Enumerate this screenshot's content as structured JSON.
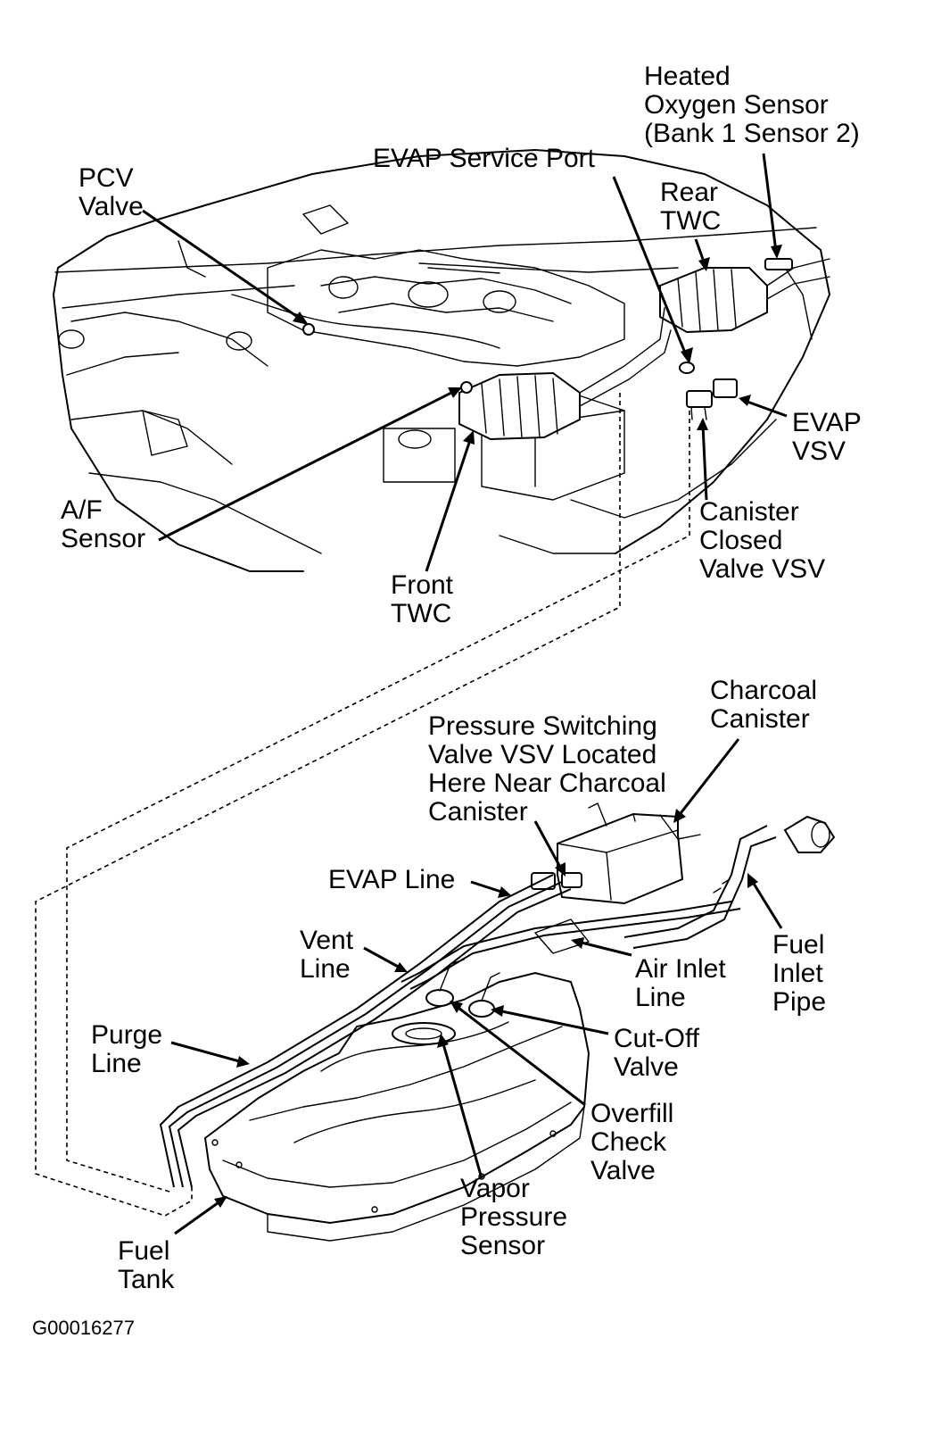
{
  "labels": {
    "heated_o2": [
      "Heated",
      "Oxygen Sensor",
      "(Bank 1 Sensor 2)"
    ],
    "pcv_valve": [
      "PCV",
      "Valve"
    ],
    "evap_service_port": [
      "EVAP Service Port"
    ],
    "rear_twc": [
      "Rear",
      "TWC"
    ],
    "evap_vsv": [
      "EVAP",
      "VSV"
    ],
    "af_sensor": [
      "A/F",
      "Sensor"
    ],
    "canister_closed_valve": [
      "Canister",
      "Closed",
      "Valve VSV"
    ],
    "front_twc": [
      "Front",
      "TWC"
    ],
    "charcoal_canister": [
      "Charcoal",
      "Canister"
    ],
    "pressure_switching": [
      "Pressure Switching",
      "Valve VSV Located",
      "Here Near Charcoal",
      "Canister"
    ],
    "evap_line": [
      "EVAP Line"
    ],
    "vent_line": [
      "Vent",
      "Line"
    ],
    "air_inlet_line": [
      "Air Inlet",
      "Line"
    ],
    "fuel_inlet_pipe": [
      "Fuel",
      "Inlet",
      "Pipe"
    ],
    "purge_line": [
      "Purge",
      "Line"
    ],
    "cut_off_valve": [
      "Cut-Off",
      "Valve"
    ],
    "overfill_check_valve": [
      "Overfill",
      "Check",
      "Valve"
    ],
    "vapor_pressure_sensor": [
      "Vapor",
      "Pressure",
      "Sensor"
    ],
    "fuel_tank": [
      "Fuel",
      "Tank"
    ]
  },
  "figure_code": "G00016277",
  "colors": {
    "ink": "#000000",
    "paper": "#ffffff"
  }
}
